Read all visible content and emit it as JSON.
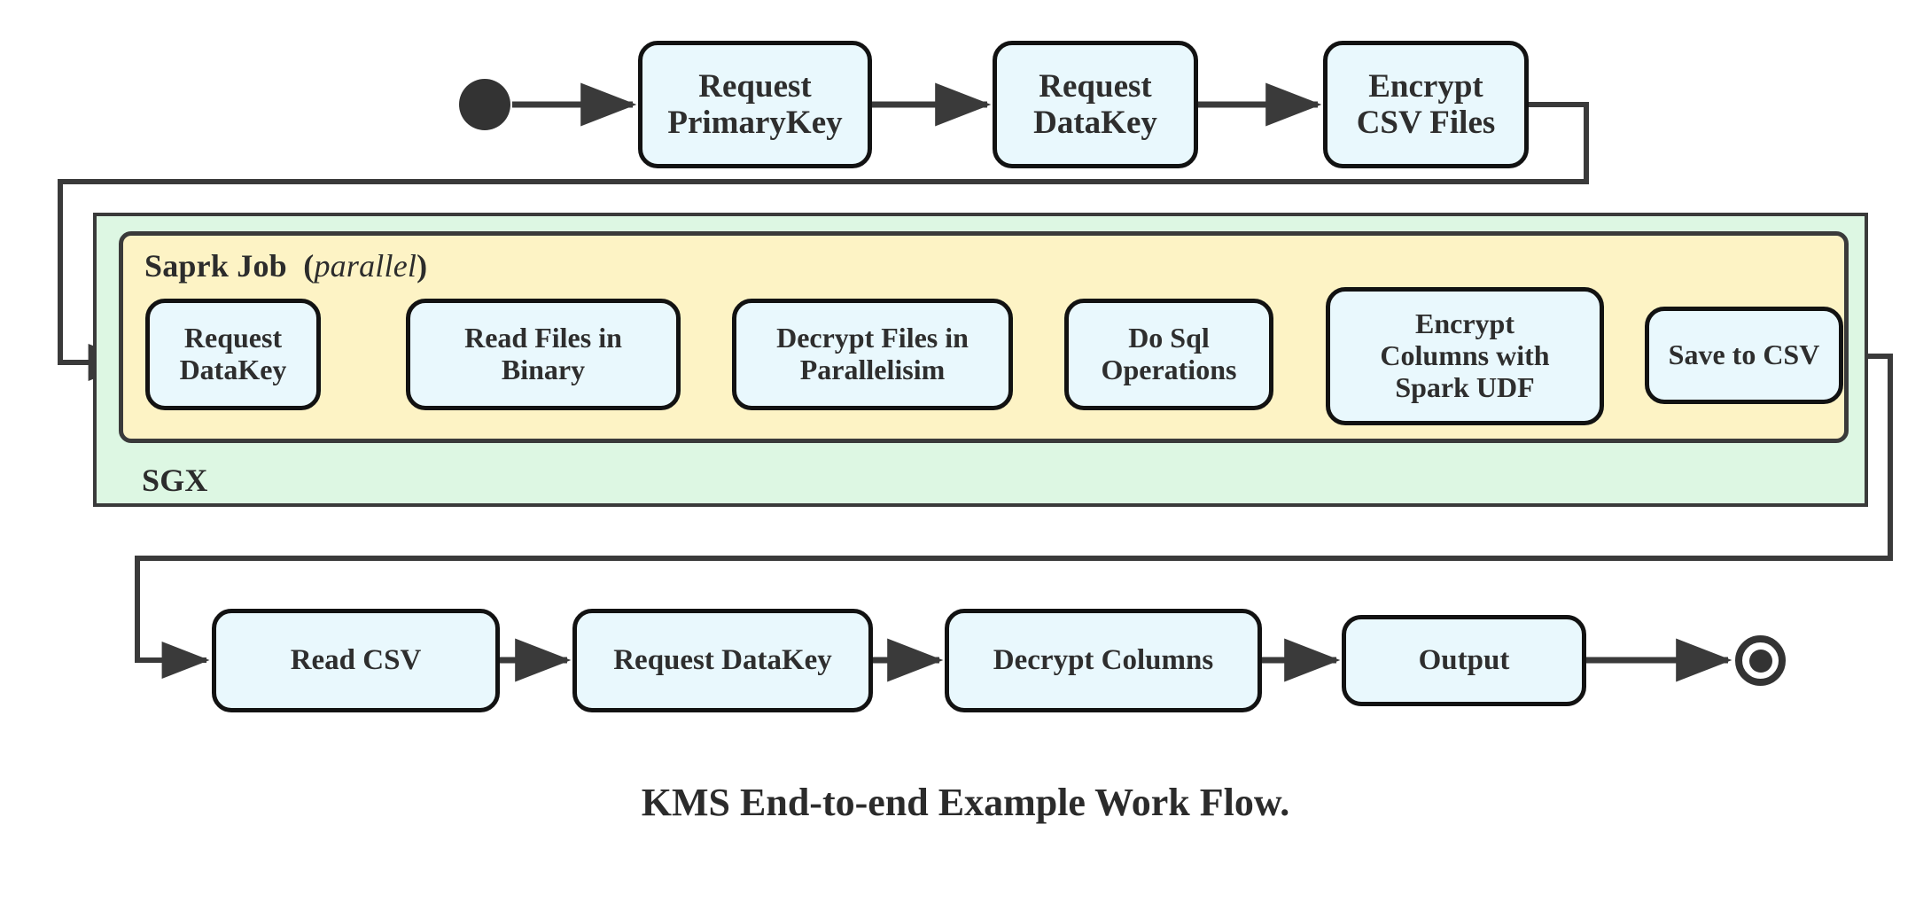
{
  "diagram": {
    "caption": "KMS End-to-end Example Work Flow.",
    "colors": {
      "node_fill": "#e9f8fd",
      "node_stroke": "#121212",
      "sgx_fill": "#ddf7e3",
      "spark_fill": "#fdf3c5",
      "container_stroke": "#3a3a3a",
      "connector": "#3a3a3a",
      "terminal": "#333333",
      "text": "#2e2e2e",
      "background": "#ffffff"
    },
    "containers": {
      "sgx": {
        "label": "SGX"
      },
      "spark": {
        "label_bold": "Saprk Job",
        "label_paren_open": "(",
        "label_italic": "parallel",
        "label_paren_close": ")"
      }
    },
    "terminals": {
      "start": "start-node",
      "end": "end-node"
    },
    "rows": {
      "top": [
        {
          "id": "request-primarykey",
          "label": "Request\nPrimaryKey"
        },
        {
          "id": "request-datakey-top",
          "label": "Request\nDataKey"
        },
        {
          "id": "encrypt-csv-files",
          "label": "Encrypt\nCSV Files"
        }
      ],
      "middle": [
        {
          "id": "request-datakey-spark",
          "label": "Request\nDataKey"
        },
        {
          "id": "read-files-in-binary",
          "label": "Read Files in\nBinary"
        },
        {
          "id": "decrypt-files-in-parallelisim",
          "label": "Decrypt Files in\nParallelisim"
        },
        {
          "id": "do-sql-operations",
          "label": "Do Sql\nOperations"
        },
        {
          "id": "encrypt-columns-with-spark-udf",
          "label": "Encrypt\nColumns with\nSpark UDF"
        },
        {
          "id": "save-to-csv",
          "label": "Save to CSV"
        }
      ],
      "bottom": [
        {
          "id": "read-csv",
          "label": "Read CSV"
        },
        {
          "id": "request-datakey-bottom",
          "label": "Request DataKey"
        },
        {
          "id": "decrypt-columns",
          "label": "Decrypt Columns"
        },
        {
          "id": "output",
          "label": "Output"
        }
      ]
    },
    "flow_order": [
      "start",
      "Request PrimaryKey",
      "Request DataKey",
      "Encrypt CSV Files",
      "Request DataKey",
      "Read Files in Binary",
      "Decrypt Files in Parallelisim",
      "Do Sql Operations",
      "Encrypt Columns with Spark UDF",
      "Save to CSV",
      "Read CSV",
      "Request DataKey",
      "Decrypt Columns",
      "Output",
      "end"
    ]
  }
}
